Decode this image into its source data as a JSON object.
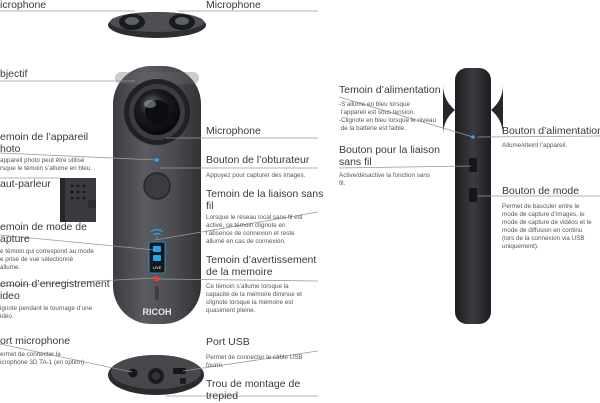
{
  "labels": {
    "mic_top_left": "icrophone",
    "mic_top_right": "Microphone",
    "objectif": "bjectif",
    "temoin_appareil": "emoin de l’appareil\nhoto",
    "temoin_appareil_desc": "appareil photo peut être utilisé\nrsque le témoin s’allume en bleu.",
    "haut_parleur": "aut-parleur",
    "temoin_mode": "emoin de mode de\napture",
    "temoin_mode_desc": "e témoin qui correspond au mode\ne prise de vue sélectionné\nallume.",
    "temoin_enreg": "emoin d’enregistrement\nideo",
    "temoin_enreg_desc": "ignote pendant le tournage d’une\nidéo.",
    "port_mic": "ort microphone",
    "port_mic_desc": "ermet de connecter le\nicrophone 3D TA-1 (en option).",
    "mic_mid": "Microphone",
    "bouton_obturateur": "Bouton de l’obturateur",
    "bouton_obturateur_desc": "Appuyez pour capturer des images.",
    "temoin_liaison": "Temoin de la liaison sans\nfil",
    "temoin_liaison_desc": "Lorsque le réseau local sans fil est\nactivé, ce témoin clignote en\nl’absence de connexion et reste\nallumé en cas de connexion.",
    "temoin_memoire": "Temoin d’avertissement\nde la memoire",
    "temoin_memoire_desc": "Ce témoin s’allume lorsque la\ncapacité de la mémoire diminue et\nclignote lorsque la mémoire est\nquasiment pleine.",
    "port_usb": "Port USB",
    "port_usb_desc": "Permet de connecter le câble USB\nfourni.",
    "trou_montage": "Trou de montage de\ntrepied",
    "temoin_alim": "Temoin d’alimentation",
    "temoin_alim_desc": "-S’allume en bleu lorsque\n l’appareil est sous tension.\n-Clignote en bleu lorsque le niveau\n de la batterie est faible.",
    "bouton_liaison": "Bouton pour la liaison\nsans fil",
    "bouton_liaison_desc": "Active/désactive la fonction sans\nfil.",
    "bouton_alim": "Bouton d’alimentation",
    "bouton_alim_desc": "Allume/éteint l’appareil.",
    "bouton_mode": "Bouton de mode",
    "bouton_mode_desc": "Permet de basculer entre le\nmode de capture d’images, le\nmode de capture de vidéos et le\nmode de diffusion en continu\n(lors de la connexion via USB\nuniquement)."
  },
  "device": {
    "brand": "RICOH",
    "mode_indicator": "LIVE"
  },
  "colors": {
    "body": "#4a4c50",
    "body_dark": "#2a2b2e",
    "led_blue": "#2aa3ee",
    "led_red": "#e03a3a",
    "line": "#9a9a9a"
  }
}
